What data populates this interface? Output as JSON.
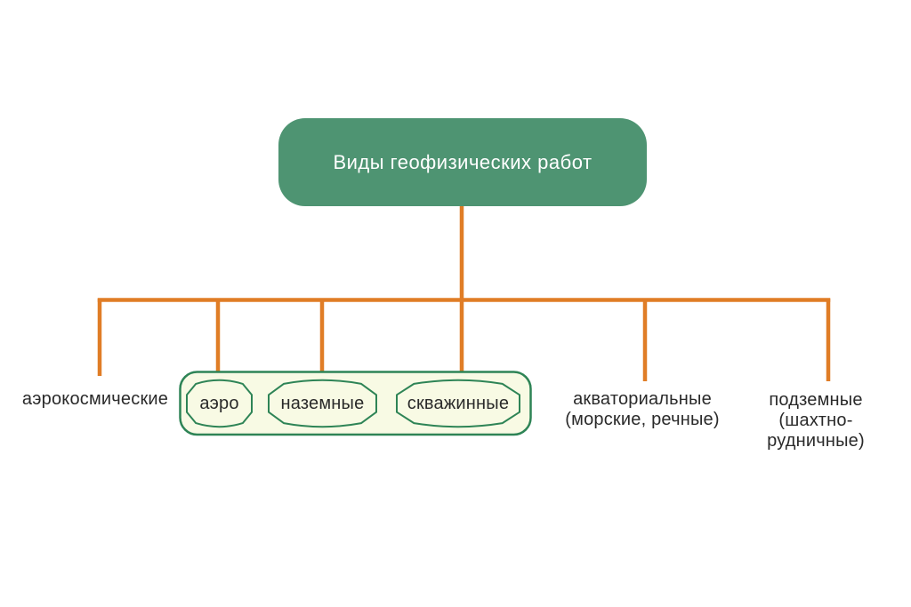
{
  "title": {
    "label": "Виды геофизических работ"
  },
  "group": {
    "items": [
      {
        "label": "аэро"
      },
      {
        "label": "наземные"
      },
      {
        "label": "скважинные"
      }
    ]
  },
  "labels": {
    "aerospace": {
      "line1": "аэрокосмические"
    },
    "aquatic": {
      "line1": "акваториальные",
      "line2": "(морские, речные)"
    },
    "underground": {
      "line1": "подземные",
      "line2": "(шахтно-",
      "line3": "рудничные)"
    }
  },
  "colors": {
    "background": "#ffffff",
    "root_fill": "#4e9472",
    "root_text": "#ffffff",
    "connector": "#e07d26",
    "container_fill": "#f8fae4",
    "container_stroke": "#2e8456",
    "badge_fill": "#f8fae4",
    "badge_stroke": "#2e8456",
    "label_text": "#2a2a2a"
  }
}
